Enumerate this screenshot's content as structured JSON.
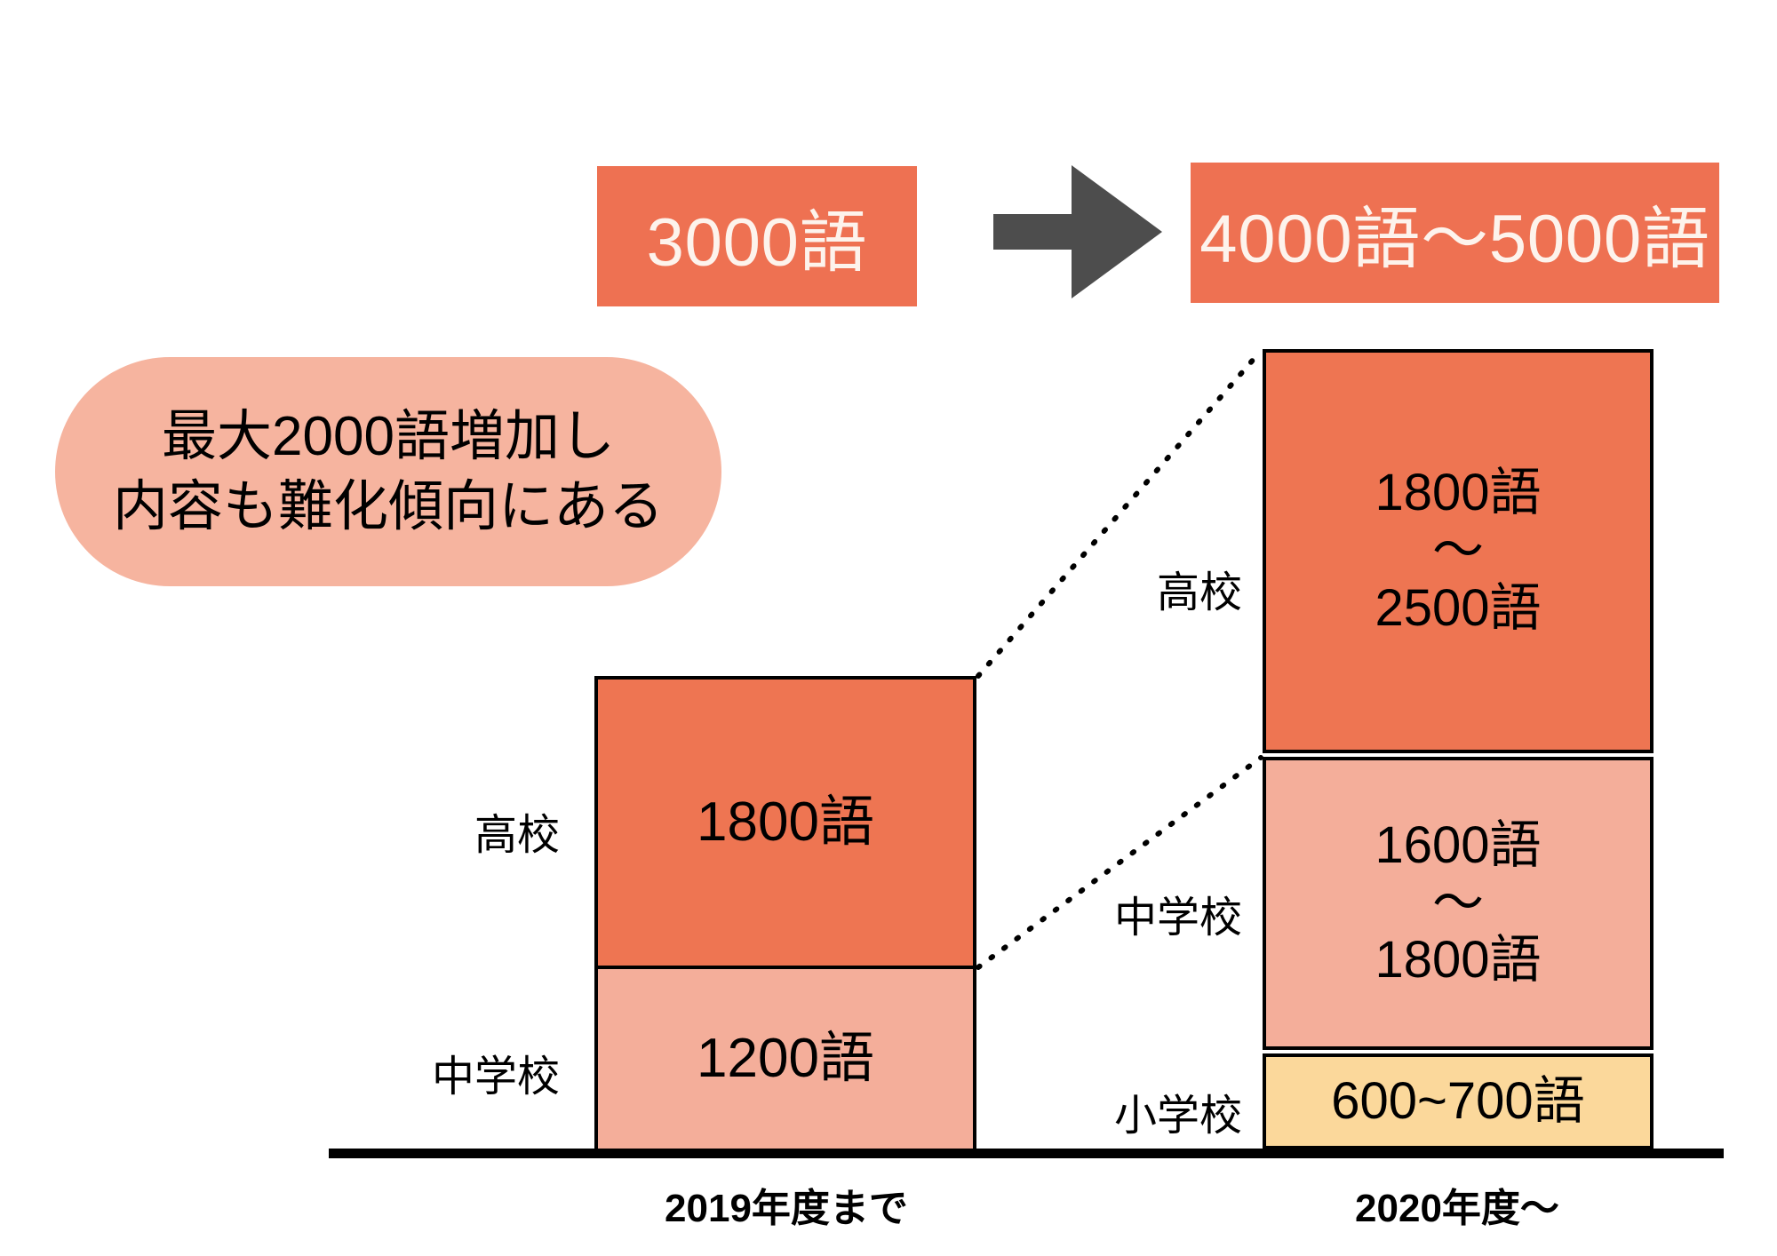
{
  "banners": {
    "before": "3000語",
    "after": "4000語～5000語",
    "arrow": "right-arrow-icon"
  },
  "callout": {
    "line1": "最大2000語増加し",
    "line2": "内容も難化傾向にある"
  },
  "chart_data": {
    "type": "bar",
    "title": "",
    "xlabel": "",
    "ylabel": "",
    "categories": [
      "2019年度まで",
      "2020年度～"
    ],
    "legend": [
      "高校",
      "中学校",
      "小学校"
    ],
    "colors": {
      "high_school": "#EE7552",
      "junior_high": "#F4AE9A",
      "elementary": "#FBD89B",
      "banner": "#EE7152",
      "callout": "#F6B49F",
      "arrow": "#4D4D4D"
    },
    "groups": [
      {
        "axis_label": "2019年度まで",
        "total_label": "3000語",
        "segments": [
          {
            "category": "高校",
            "value_label": "1800語",
            "lines": [
              "1800語"
            ],
            "min": 1800,
            "max": 1800,
            "color": "#EE7552"
          },
          {
            "category": "中学校",
            "value_label": "1200語",
            "lines": [
              "1200語"
            ],
            "min": 1200,
            "max": 1200,
            "color": "#F4AE9A"
          }
        ]
      },
      {
        "axis_label": "2020年度～",
        "total_label": "4000語～5000語",
        "segments": [
          {
            "category": "高校",
            "value_label": "1800語～2500語",
            "lines": [
              "1800語",
              "～",
              "2500語"
            ],
            "min": 1800,
            "max": 2500,
            "color": "#EE7552"
          },
          {
            "category": "中学校",
            "value_label": "1600語～1800語",
            "lines": [
              "1600語",
              "～",
              "1800語"
            ],
            "min": 1600,
            "max": 1800,
            "color": "#F4AE9A"
          },
          {
            "category": "小学校",
            "value_label": "600~700語",
            "lines": [
              "600~700語"
            ],
            "min": 600,
            "max": 700,
            "color": "#FBD89B"
          }
        ]
      }
    ]
  },
  "left_group": {
    "high": {
      "label": "高校",
      "lines": [
        "1800語"
      ]
    },
    "mid": {
      "label": "中学校",
      "lines": [
        "1200語"
      ]
    },
    "axis": "2019年度まで"
  },
  "right_group": {
    "high": {
      "label": "高校",
      "l1": "1800語",
      "l2": "～",
      "l3": "2500語"
    },
    "mid": {
      "label": "中学校",
      "l1": "1600語",
      "l2": "～",
      "l3": "1800語"
    },
    "elem": {
      "label": "小学校",
      "l1": "600~700語"
    },
    "axis": "2020年度～"
  }
}
